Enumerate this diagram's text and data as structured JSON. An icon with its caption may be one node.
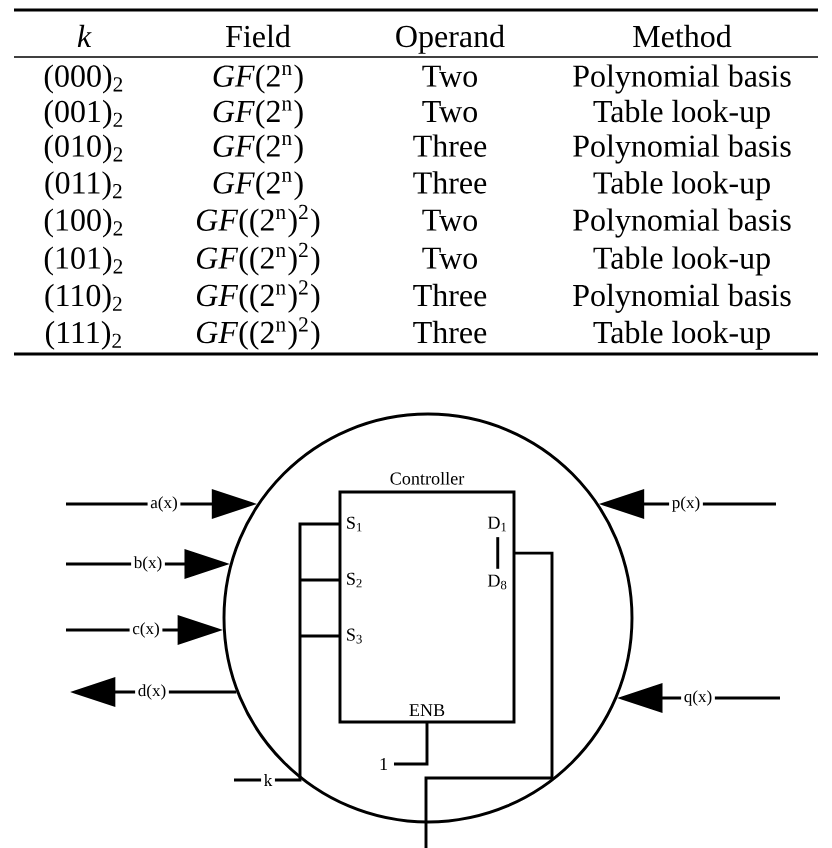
{
  "diagram": {
    "nodes": [
      {
        "text": [],
        "shape": "circle"
      },
      {
        "text": [
          "Controller"
        ],
        "in": 0
      },
      {
        "text": [
          "S$_{1}$"
        ],
        "in": 1
      },
      {
        "text": [
          "S$_{2}$"
        ],
        "in": 1
      },
      {
        "text": [
          "S$_{3}$"
        ],
        "in": 1
      },
      {
        "text": [
          "D$_{1}$"
        ],
        "in": 1
      },
      {
        "text": [
          "D$_{8}$"
        ],
        "in": 1
      },
      {
        "text": [
          "ENB"
        ],
        "in": 1
      },
      {
        "text": [
          "1"
        ],
        "in": 0
      }
    ],
    "edges": [
      {
        "from": null,
        "to": 0,
        "arrow": "to",
        "label": "a(x)"
      },
      {
        "from": null,
        "to": 0,
        "arrow": "to",
        "label": "b(x)"
      },
      {
        "from": null,
        "to": 0,
        "arrow": "to",
        "label": "c(x)"
      },
      {
        "from": 0,
        "to": null,
        "arrow": "to",
        "label": "d(x)"
      },
      {
        "from": null,
        "to": 0,
        "arrow": "to",
        "label": "p(x)"
      },
      {
        "from": null,
        "to": 0,
        "arrow": "to",
        "label": "q(x)"
      },
      {
        "from": null,
        "to": 2,
        "arrow": "none",
        "label": "k"
      },
      {
        "from": null,
        "to": 3,
        "arrow": "none"
      },
      {
        "from": null,
        "to": 4,
        "arrow": "none"
      },
      {
        "from": 8,
        "to": 7,
        "arrow": "none"
      },
      {
        "from": 5,
        "to": null,
        "arrow": "none"
      },
      {
        "from": 6,
        "to": null,
        "arrow": "none"
      },
      {
        "from": 5,
        "to": 6,
        "arrow": "none"
      }
    ],
    "labels": [
      "k",
      "Field",
      "Operand",
      "Method",
      "(000)$_{2}$",
      "*GF*(2$^{n}$)",
      "Two",
      "Polynomial basis",
      "(001)$_{2}$",
      "*GF*(2$^{n}$)",
      "Two",
      "Table look-up",
      "(010)$_{2}$",
      "*GF*(2$^{n}$)",
      "Three",
      "Polynomial basis",
      "(011)$_{2}$",
      "*GF*(2$^{n}$)",
      "Three",
      "Table look-up",
      "(100)$_{2}$",
      "*GF*((2$^{n}$)$^{2}$)",
      "Two",
      "Polynomial basis",
      "(101)$_{2}$",
      "*GF*((2$^{n}$)$^{2}$)",
      "Two",
      "Table look-up",
      "(110)$_{2}$",
      "*GF*((2$^{n}$)$^{2}$)",
      "Three",
      "Polynomial basis",
      "(111)$_{2}$",
      "*GF*((2$^{n}$)$^{2}$)",
      "Three",
      "Table look-up"
    ]
  }
}
